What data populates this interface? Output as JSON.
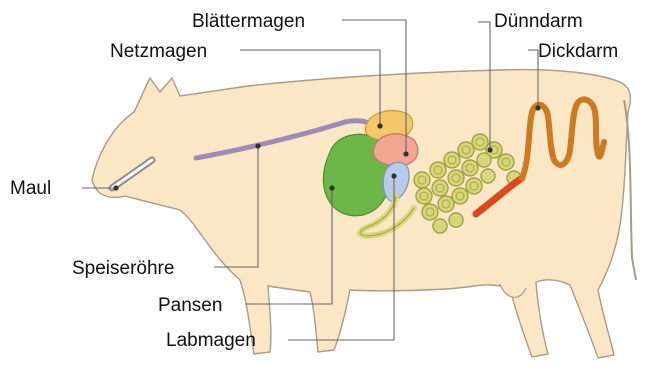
{
  "labels": {
    "maul": "Maul",
    "speiseroehre": "Speiseröhre",
    "pansen": "Pansen",
    "labmagen": "Labmagen",
    "netzmagen": "Netzmagen",
    "blaettermagen": "Blättermagen",
    "duenndarm": "Dünndarm",
    "dickdarm": "Dickdarm"
  },
  "colors": {
    "body": "#fbe7c6",
    "body_outline": "#a99b86",
    "esophagus": "#a28ab8",
    "rumen": "#6cb64a",
    "reticulum": "#f2c86a",
    "omasum": "#f2a592",
    "abomasum": "#b9cbe6",
    "small_intestine": "#d8d87a",
    "large_intestine": "#cc7a24",
    "rectum": "#d94a1e",
    "leader_line": "#666666"
  }
}
